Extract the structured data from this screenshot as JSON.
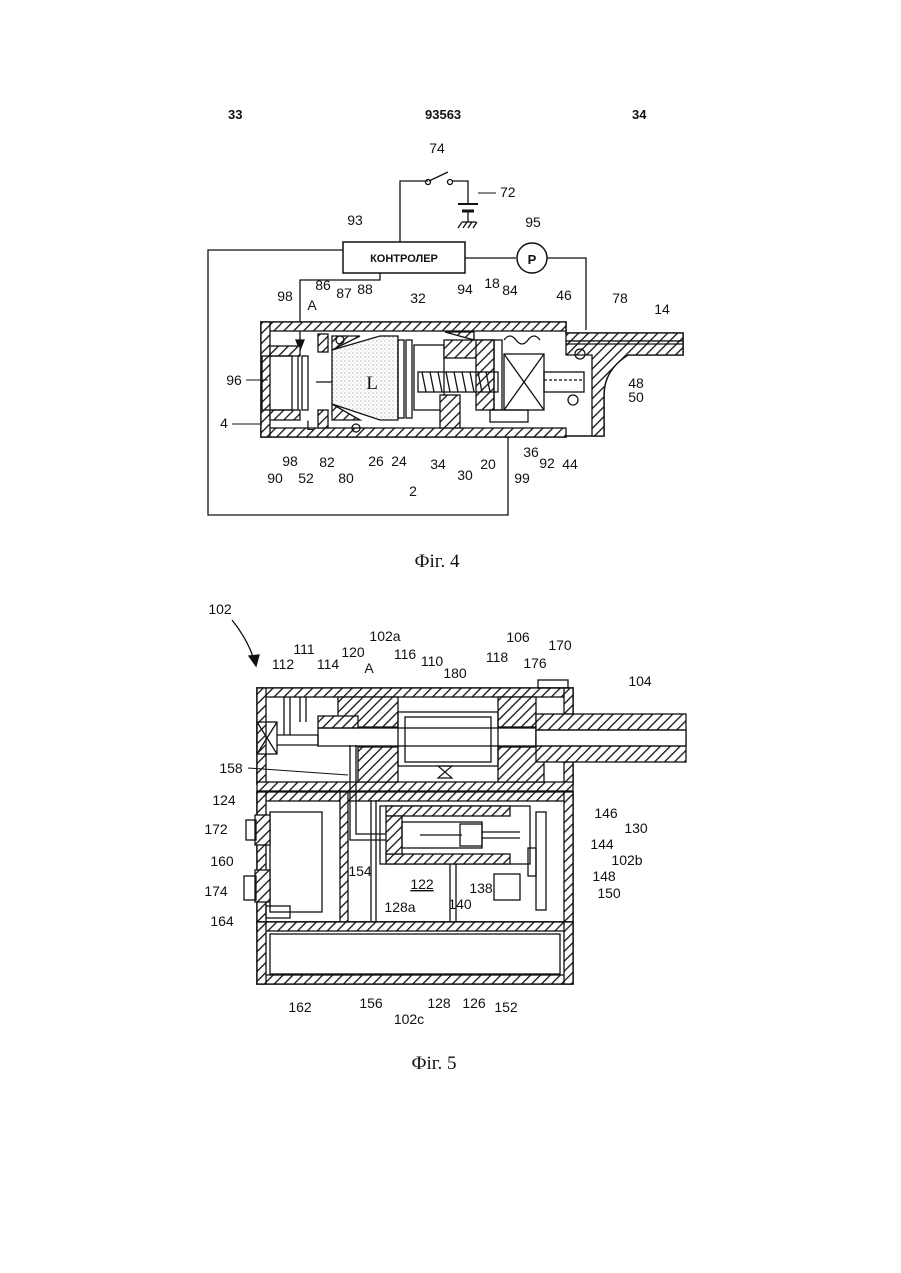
{
  "header": {
    "left": "33",
    "center": "93563",
    "right": "34"
  },
  "fig4": {
    "caption": "Фіг. 4",
    "controller": "КОНТРОЛЕР",
    "pump": "P",
    "labels": {
      "l74": "74",
      "l72": "72",
      "l93": "93",
      "l95": "95",
      "l98a": "98",
      "l86": "86",
      "l87": "87",
      "l88": "88",
      "l32": "32",
      "l94": "94",
      "l18": "18",
      "l84": "84",
      "l46": "46",
      "l78": "78",
      "l14": "14",
      "lA": "A",
      "lL1": "L",
      "lL2": "L",
      "l96": "96",
      "l4": "4",
      "l48": "48",
      "l50": "50",
      "l90": "90",
      "l98b": "98",
      "l52": "52",
      "l82": "82",
      "l80": "80",
      "l26": "26",
      "l24": "24",
      "l34": "34",
      "l30": "30",
      "l20": "20",
      "l36": "36",
      "l92": "92",
      "l44": "44",
      "l2": "2",
      "l99": "99"
    }
  },
  "fig5": {
    "caption": "Фіг. 5",
    "labels": {
      "l102": "102",
      "l111": "111",
      "l102a": "102a",
      "l106": "106",
      "l170": "170",
      "l112": "112",
      "l114": "114",
      "l120": "120",
      "lA": "A",
      "l116": "116",
      "l110": "110",
      "l180": "180",
      "l118": "118",
      "l176": "176",
      "l104": "104",
      "l158": "158",
      "l124": "124",
      "l146": "146",
      "l130": "130",
      "l172": "172",
      "l144": "144",
      "l160": "160",
      "l154": "154",
      "l102b": "102b",
      "l148": "148",
      "l122": "122",
      "l138": "138",
      "l150": "150",
      "l174": "174",
      "l128a": "128a",
      "l140": "140",
      "l164": "164",
      "l162": "162",
      "l156": "156",
      "l128": "128",
      "l126": "126",
      "l152": "152",
      "l102c": "102c"
    }
  }
}
